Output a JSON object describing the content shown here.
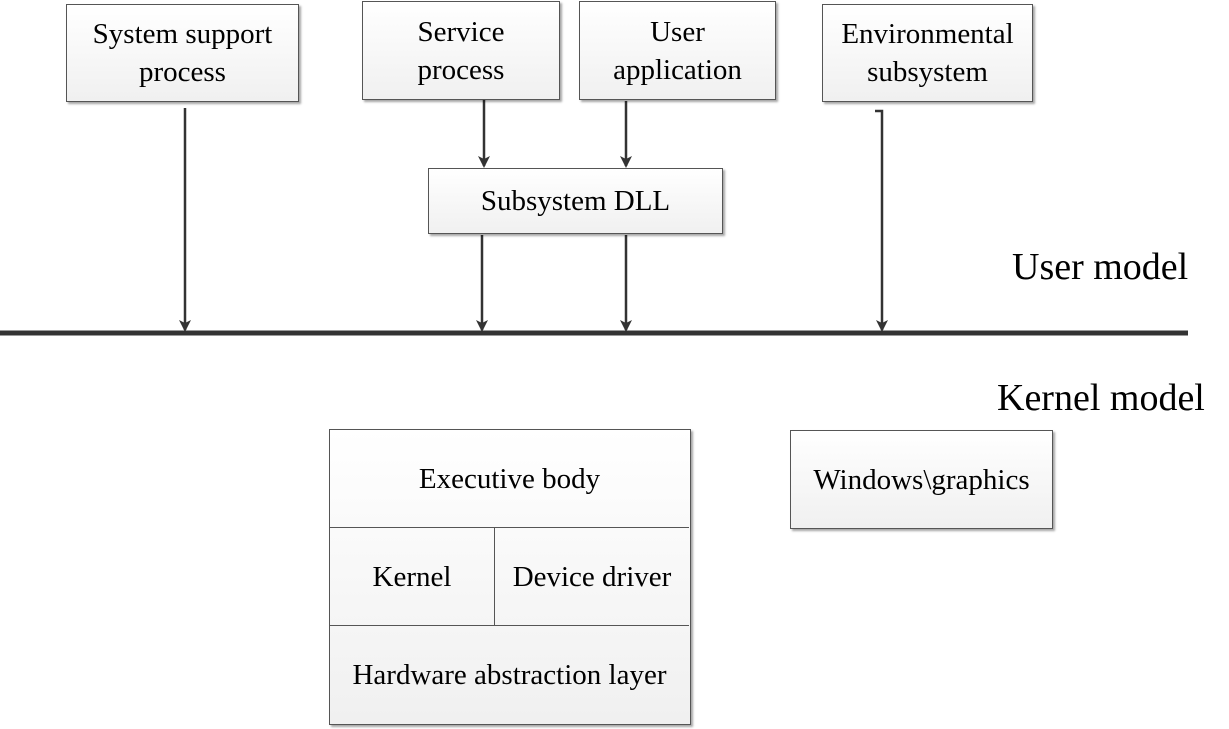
{
  "user_boxes": {
    "system_support": "System support process",
    "service": "Service process",
    "user_app": "User application",
    "environmental": "Environmental subsystem"
  },
  "subsystem_dll": "Subsystem DLL",
  "labels": {
    "user_model": "User model",
    "kernel_model": "Kernel model"
  },
  "kernel_stack": {
    "executive": "Executive body",
    "kernel": "Kernel",
    "device_driver": "Device driver",
    "hal": "Hardware abstraction layer"
  },
  "windows_graphics": "Windows\\graphics"
}
